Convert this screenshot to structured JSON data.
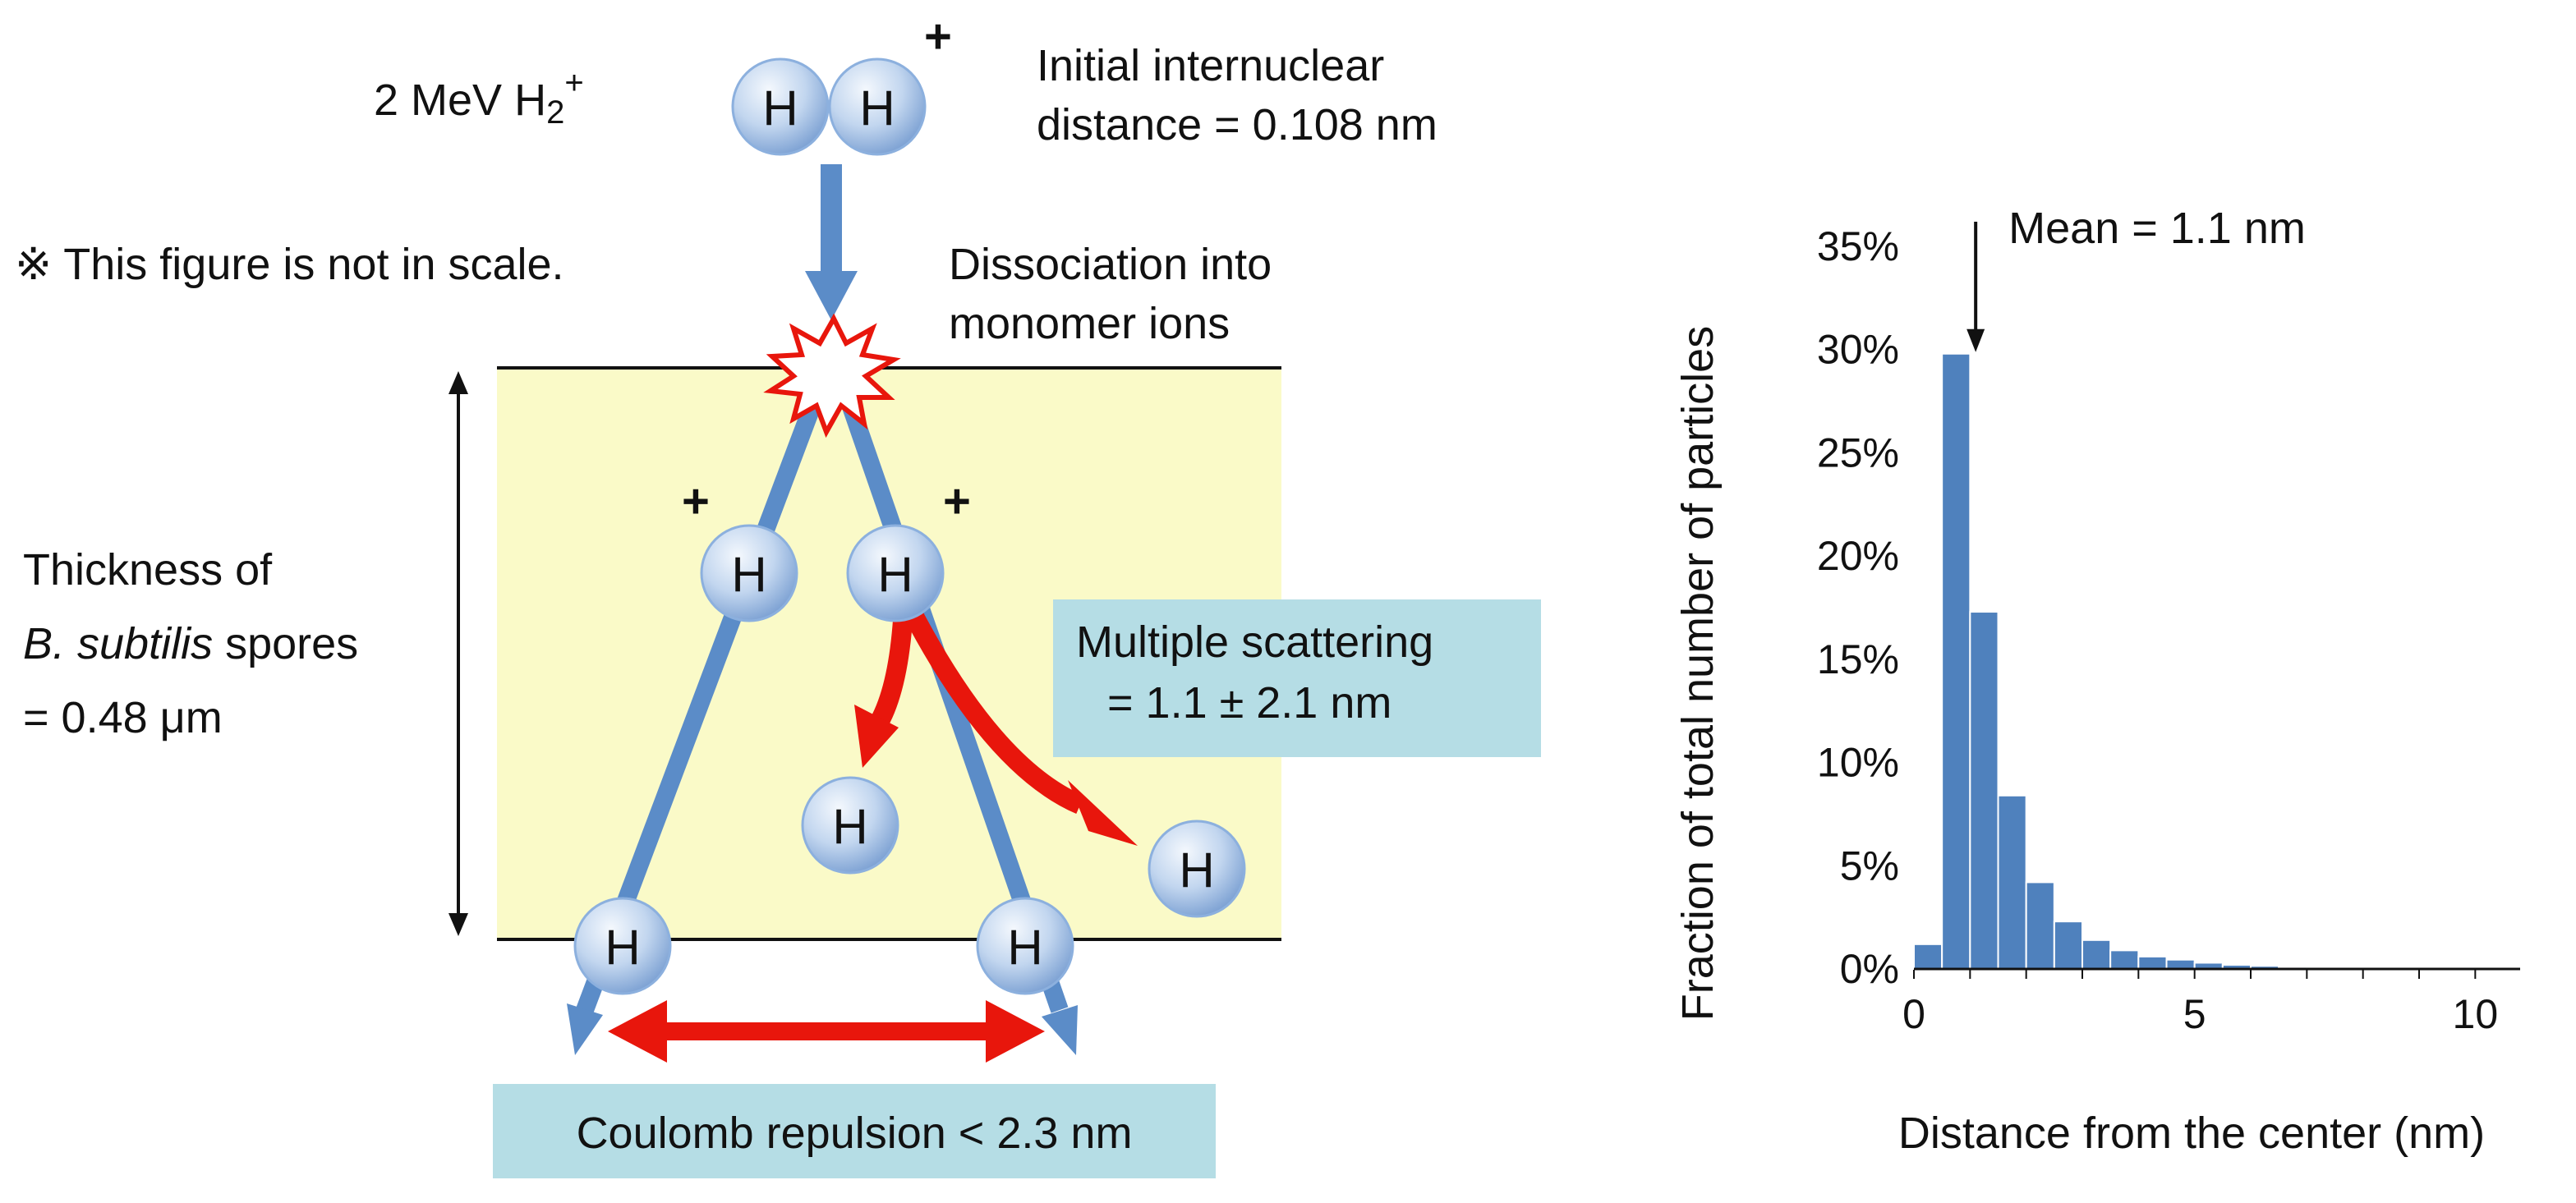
{
  "diagram": {
    "beam_label": "2 MeV H",
    "beam_sub": "2",
    "beam_sup": "+",
    "molecule_charge": "+",
    "atom_symbol": "H",
    "ion_charge": "+",
    "initial_distance_line1": "Initial internuclear",
    "initial_distance_line2": "distance = 0.108 nm",
    "scale_note": "※ This figure is not in scale.",
    "dissociation_line1": "Dissociation into",
    "dissociation_line2": "monomer ions",
    "thickness_line1": "Thickness of",
    "thickness_line2_italic": "B. subtilis",
    "thickness_line2_rest": " spores",
    "thickness_line3": "= 0.48 μm",
    "scattering_line1": "Multiple scattering",
    "scattering_line2": "= 1.1 ± 2.1 nm",
    "coulomb_label": "Coulomb repulsion < 2.3 nm",
    "colors": {
      "layer_fill": "#fafac8",
      "box_fill": "#b5dde5",
      "beam_arrow": "#5b8cc8",
      "red_arrow": "#e8160c",
      "atom_fill_light": "#e4eefa",
      "atom_fill_dark": "#8cb0de"
    }
  },
  "chart_data": {
    "type": "bar",
    "annotation": "Mean = 1.1 nm",
    "annotation_x": 1.1,
    "ylabel": "Fraction of total number of particles",
    "xlabel": "Distance from the center (nm)",
    "x_ticks": [
      0,
      5,
      10
    ],
    "y_ticks": [
      "0%",
      "5%",
      "10%",
      "15%",
      "20%",
      "25%",
      "30%",
      "35%"
    ],
    "xlim": [
      0,
      10.8
    ],
    "ylim": [
      0,
      35
    ],
    "bin_width": 0.5,
    "bins_start": [
      0,
      0.5,
      1.0,
      1.5,
      2.0,
      2.5,
      3.0,
      3.5,
      4.0,
      4.5,
      5.0,
      5.5,
      6.0,
      6.5,
      7.0,
      7.5,
      8.0
    ],
    "values": [
      1.2,
      29.8,
      17.3,
      8.4,
      4.2,
      2.3,
      1.4,
      0.9,
      0.6,
      0.45,
      0.3,
      0.2,
      0.15,
      0.1,
      0.07,
      0.05,
      0.03
    ],
    "bar_color": "#4f81bd",
    "grid": false
  }
}
